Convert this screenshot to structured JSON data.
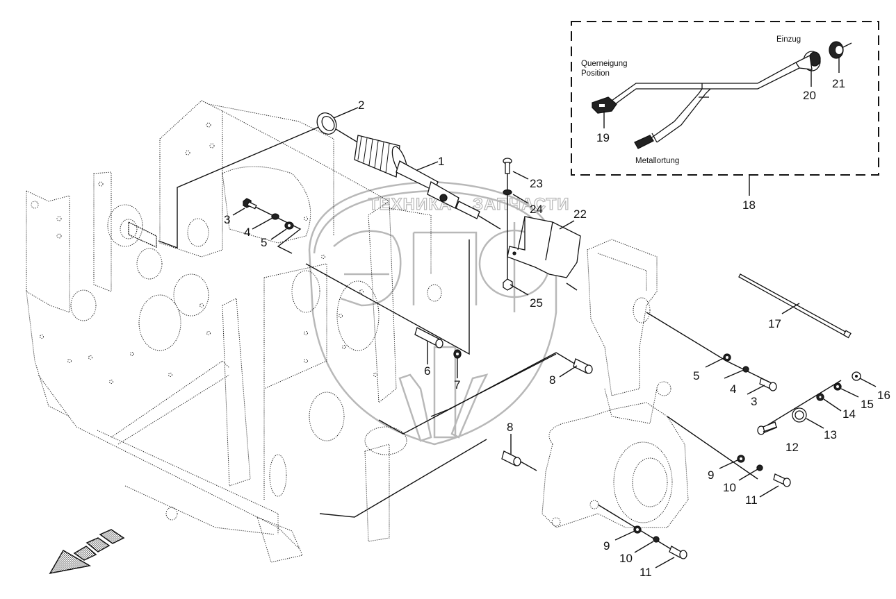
{
  "diagram": {
    "type": "exploded-parts-diagram",
    "watermark": {
      "text_left": "ТЕХНИКА",
      "text_right": "ЗАПЧАСТИ",
      "logo_letters": "ЭПФ"
    },
    "inset": {
      "labels": {
        "querneigung": "Querneigung",
        "position": "Position",
        "einzug": "Einzug",
        "metallortung": "Metallortung"
      },
      "callouts": [
        "19",
        "20",
        "21"
      ],
      "group_callout": "18"
    },
    "callouts": [
      {
        "id": "c1",
        "label": "1"
      },
      {
        "id": "c2",
        "label": "2"
      },
      {
        "id": "c3a",
        "label": "3"
      },
      {
        "id": "c4a",
        "label": "4"
      },
      {
        "id": "c5a",
        "label": "5"
      },
      {
        "id": "c6",
        "label": "6"
      },
      {
        "id": "c7",
        "label": "7"
      },
      {
        "id": "c8a",
        "label": "8"
      },
      {
        "id": "c8b",
        "label": "8"
      },
      {
        "id": "c9a",
        "label": "9"
      },
      {
        "id": "c10a",
        "label": "10"
      },
      {
        "id": "c11a",
        "label": "11"
      },
      {
        "id": "c9b",
        "label": "9"
      },
      {
        "id": "c10b",
        "label": "10"
      },
      {
        "id": "c11b",
        "label": "11"
      },
      {
        "id": "c12",
        "label": "12"
      },
      {
        "id": "c13",
        "label": "13"
      },
      {
        "id": "c14",
        "label": "14"
      },
      {
        "id": "c15",
        "label": "15"
      },
      {
        "id": "c16",
        "label": "16"
      },
      {
        "id": "c17",
        "label": "17"
      },
      {
        "id": "c3b",
        "label": "3"
      },
      {
        "id": "c4b",
        "label": "4"
      },
      {
        "id": "c5b",
        "label": "5"
      },
      {
        "id": "c22",
        "label": "22"
      },
      {
        "id": "c23",
        "label": "23"
      },
      {
        "id": "c24",
        "label": "24"
      },
      {
        "id": "c25",
        "label": "25"
      }
    ],
    "direction_arrow": "direction-of-travel"
  }
}
